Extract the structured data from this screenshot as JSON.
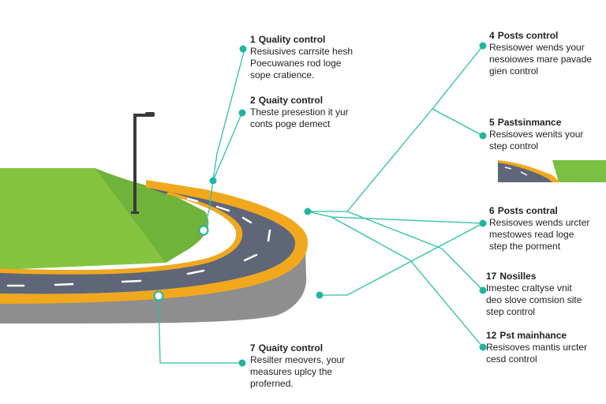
{
  "accent_color": "#1fb5a0",
  "road_color": "#5f6678",
  "grass_color": "#7ac043",
  "curb_color": "#f2a81c",
  "icons": [
    "street-lamp-icon"
  ],
  "callouts": [
    {
      "num": "1",
      "title": "Quality control",
      "lines": [
        "Resiusives carrsite hesh",
        "Poecuwanes rod loge",
        "sope cratience."
      ]
    },
    {
      "num": "2",
      "title": "Quaity control",
      "lines": [
        "Theste presestion it yur",
        "conts poge demect"
      ]
    },
    {
      "num": "4",
      "title": "Posts control",
      "lines": [
        "Resisower wends your",
        "nesoiowes mare pavade",
        "gien control"
      ]
    },
    {
      "num": "5",
      "title": "Pastsinmance",
      "lines": [
        "Resisoves wenits your",
        "step control"
      ]
    },
    {
      "num": "6",
      "title": "Posts contral",
      "lines": [
        "Resisoves wends urcter",
        "mestowes read loge",
        "step the porment"
      ]
    },
    {
      "num": "17",
      "title": "Nosilles",
      "lines": [
        "Imestec craltyse vnit",
        "deo slove comsion site",
        "step control"
      ]
    },
    {
      "num": "12",
      "title": "Pst mainhance",
      "lines": [
        "Resisoves mantis urcter",
        "cesd control"
      ]
    },
    {
      "num": "7",
      "title": "Quaity control",
      "lines": [
        "Resilter meovers, your",
        "measures uplcy the",
        "proferned."
      ]
    }
  ]
}
